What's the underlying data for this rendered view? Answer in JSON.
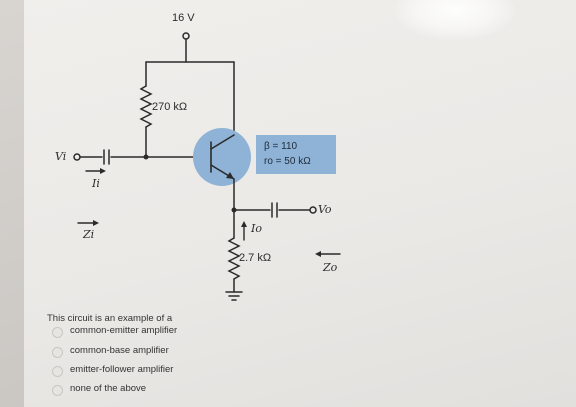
{
  "circuit": {
    "supply_label": "16 V",
    "rb_label": "270 kΩ",
    "re_label": "2.7 kΩ",
    "beta_label": "β = 110",
    "ro_label": "ro = 50 kΩ",
    "input_label": "Vi",
    "output_label": "Vo",
    "ii_label": "Ii",
    "zi_label": "Zi",
    "io_label": "Io",
    "zo_label": "Zo"
  },
  "colors": {
    "transistor": "#8fb3d6",
    "wire": "#2a2a2a"
  },
  "quiz": {
    "question": "This circuit is an example of a",
    "options": [
      "common-emitter amplifier",
      "common-base amplifier",
      "emitter-follower amplifier",
      "none of the above"
    ]
  }
}
